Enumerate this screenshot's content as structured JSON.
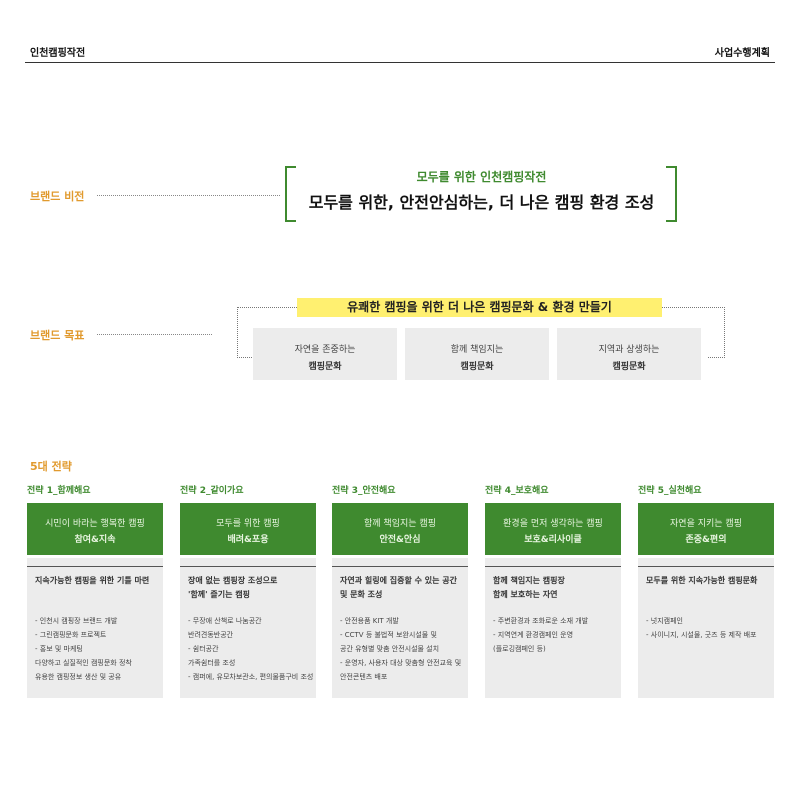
{
  "header": {
    "left_title": "인천캠핑작전",
    "right_title": "사업수행계획"
  },
  "vision": {
    "label": "브랜드 비전",
    "subtitle": "모두를 위한 인천캠핑작전",
    "statement": "모두를 위한, 안전안심하는, 더 나은 캠핑 환경 조성"
  },
  "goal": {
    "label": "브랜드 목표",
    "banner": "유쾌한 캠핑을 위한 더 나은 캠핑문화 & 환경 만들기",
    "boxes": [
      {
        "line1": "자연을 존중하는",
        "line2": "캠핑문화"
      },
      {
        "line1": "함께 책임지는",
        "line2": "캠핑문화"
      },
      {
        "line1": "지역과 상생하는",
        "line2": "캠핑문화"
      }
    ]
  },
  "strategies": {
    "label": "5대 전략",
    "items": [
      {
        "title": "전략 1_함께해요",
        "head1": "시민이 바라는 행복한 캠핑",
        "head2": "참여&지속",
        "desc": [
          "지속가능한 캠핑을 위한 기틀 마련"
        ],
        "bullets": [
          "- 인천시 캠핑장 브랜드 개발",
          "- 그린캠핑문화 프로젝트",
          "- 홍보 및 마케팅",
          "  다양하고 실질적인 캠핑문화 정착",
          "  유용한 캠핑정보 생산 및 공유"
        ]
      },
      {
        "title": "전략 2_같이가요",
        "head1": "모두를 위한 캠핑",
        "head2": "배려&포용",
        "desc": [
          "장애 없는 캠핑장 조성으로",
          "'함께' 즐기는 캠핑"
        ],
        "bullets": [
          "- 무장애 산책로 나눔공간",
          "  반려견동반공간",
          "- 쉼터공간",
          "  가족쉼터를 조성",
          "- 캠퍼에, 유모차보관소, 편의물품구비 조성"
        ]
      },
      {
        "title": "전략 3_안전해요",
        "head1": "함께 책임지는 캠핑",
        "head2": "안전&안심",
        "desc": [
          "자연과 힐링에 집중할 수 있는 공간",
          "및 문화 조성"
        ],
        "bullets": [
          "- 안전용품 KIT 개발",
          "- CCTV 등 불법적 보완시설물 및",
          "  공간 유형별 맞춤 안전시설물 설치",
          "- 운영자, 사용자 대상 맞춤형 안전교육 및",
          "  안전콘텐츠 배포"
        ]
      },
      {
        "title": "전략 4_보호해요",
        "head1": "환경을 먼저 생각하는 캠핑",
        "head2": "보호&리사이클",
        "desc": [
          "함께 책임지는 캠핑장",
          "함께 보호하는 자연"
        ],
        "bullets": [
          "- 주변환경과 조화로운 소재 개발",
          "- 지역연계 환경캠페인 운영",
          "  (플로깅캠페인 등)"
        ]
      },
      {
        "title": "전략 5_실천해요",
        "head1": "자연을 지키는 캠핑",
        "head2": "존중&편의",
        "desc": [
          "모두를 위한 지속가능한 캠핑문화"
        ],
        "bullets": [
          "- 넛지캠페인",
          "- 사이니지, 시설물, 굿즈 등 제작 배포"
        ]
      }
    ]
  }
}
